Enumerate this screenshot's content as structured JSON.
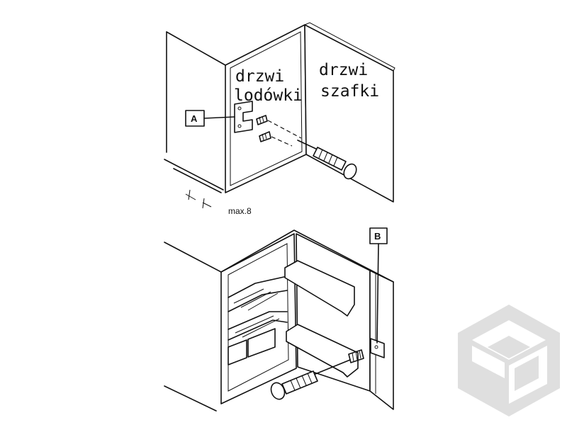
{
  "labels": {
    "fridge_door_line1": "drzwi",
    "fridge_door_line2": "lodówki",
    "cabinet_door_line1": "drzwi",
    "cabinet_door_line2": "szafki",
    "callout_a": "A",
    "callout_b": "B",
    "dimension": "max.8"
  },
  "colors": {
    "line": "#111111",
    "background": "#ffffff",
    "watermark": "#dcdcdc"
  },
  "icons": {
    "watermark": "isometric-cube-logo"
  }
}
